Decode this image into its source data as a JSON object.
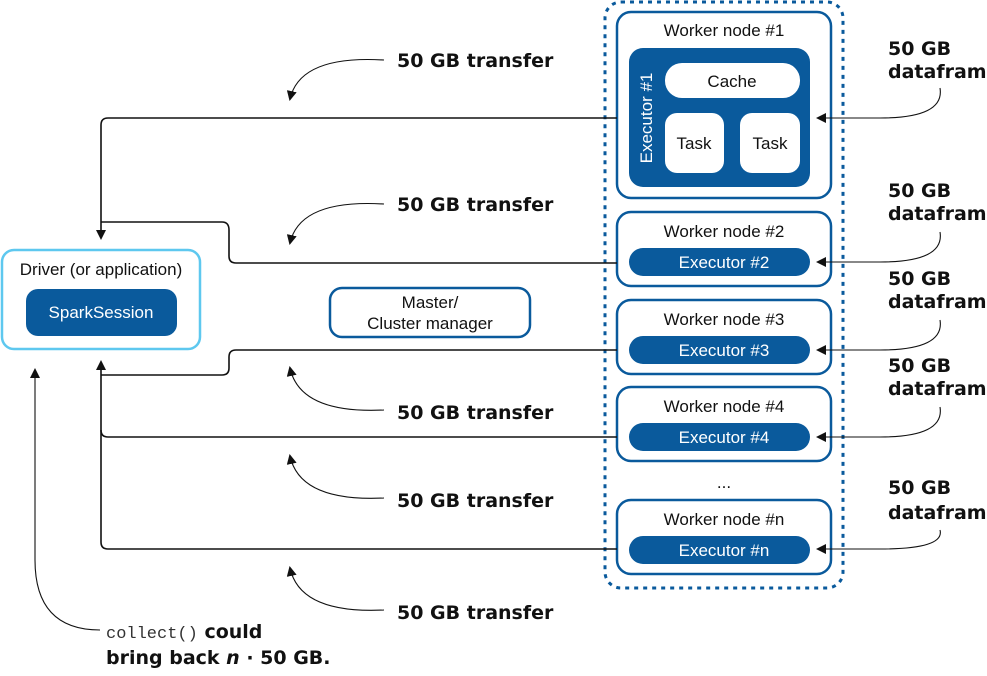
{
  "colors": {
    "blue": "#0a5a9c",
    "driver_border": "#5ec8ef",
    "line": "#111111"
  },
  "driver": {
    "title": "Driver (or application)",
    "session": "SparkSession"
  },
  "master": {
    "line1": "Master/",
    "line2": "Cluster manager"
  },
  "worker1": {
    "title": "Worker node #1",
    "executor": "Executor #1",
    "cache": "Cache",
    "task1": "Task",
    "task2": "Task"
  },
  "workers": [
    {
      "title": "Worker node #2",
      "executor": "Executor #2"
    },
    {
      "title": "Worker node #3",
      "executor": "Executor #3"
    },
    {
      "title": "Worker node #4",
      "executor": "Executor #4"
    },
    {
      "title": "Worker node #n",
      "executor": "Executor #n"
    }
  ],
  "ellipsis": "...",
  "transfer_label": "50 GB transfer",
  "dataframe": {
    "line1": "50 GB",
    "line2": "dataframe"
  },
  "collect": {
    "code": "collect()",
    "text1": " could",
    "text2a": "bring back ",
    "n": "n",
    "text2b": " · 50 GB."
  }
}
